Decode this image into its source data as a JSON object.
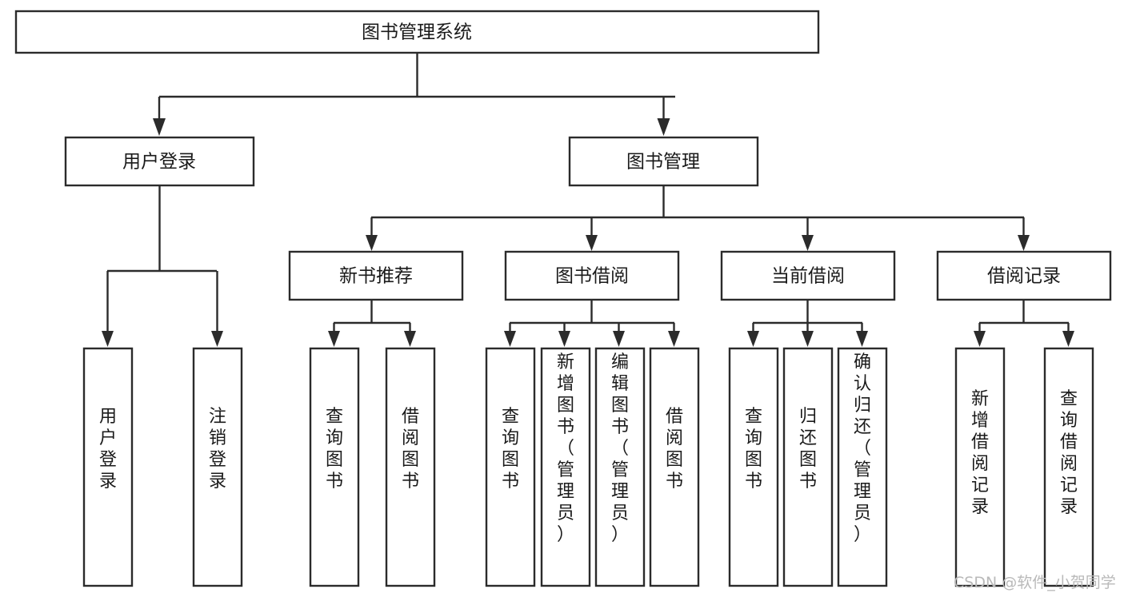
{
  "diagram": {
    "type": "tree-hierarchy-chart",
    "title": "图书管理系统",
    "background_color": "#ffffff",
    "box_stroke_color": "#2b2b2b",
    "box_fill_color": "#ffffff",
    "text_color": "#1a1a1a",
    "root": {
      "id": "root",
      "label": "图书管理系统",
      "orientation": "horizontal"
    },
    "level2": [
      {
        "id": "user-login",
        "label": "用户登录",
        "orientation": "horizontal"
      },
      {
        "id": "book-management",
        "label": "图书管理",
        "orientation": "horizontal"
      }
    ],
    "level3": [
      {
        "id": "new-book-recommend",
        "label": "新书推荐",
        "orientation": "horizontal",
        "parent": "book-management"
      },
      {
        "id": "book-borrow",
        "label": "图书借阅",
        "orientation": "horizontal",
        "parent": "book-management"
      },
      {
        "id": "current-borrow",
        "label": "当前借阅",
        "orientation": "horizontal",
        "parent": "book-management"
      },
      {
        "id": "borrow-record",
        "label": "借阅记录",
        "orientation": "horizontal",
        "parent": "book-management"
      }
    ],
    "leaves": {
      "user-login": [
        {
          "id": "leaf-user-login",
          "label": "用户登录",
          "orientation": "vertical"
        },
        {
          "id": "leaf-user-logout",
          "label": "注销登录",
          "orientation": "vertical"
        }
      ],
      "new-book-recommend": [
        {
          "id": "leaf-query-book-1",
          "label": "查询图书",
          "orientation": "vertical"
        },
        {
          "id": "leaf-borrow-book-1",
          "label": "借阅图书",
          "orientation": "vertical"
        }
      ],
      "book-borrow": [
        {
          "id": "leaf-query-book-2",
          "label": "查询图书",
          "orientation": "vertical"
        },
        {
          "id": "leaf-add-book",
          "label": "新增图书（管理员）",
          "orientation": "vertical"
        },
        {
          "id": "leaf-edit-book",
          "label": "编辑图书（管理员）",
          "orientation": "vertical"
        },
        {
          "id": "leaf-borrow-book-2",
          "label": "借阅图书",
          "orientation": "vertical"
        }
      ],
      "current-borrow": [
        {
          "id": "leaf-query-book-3",
          "label": "查询图书",
          "orientation": "vertical"
        },
        {
          "id": "leaf-return-book",
          "label": "归还图书",
          "orientation": "vertical"
        },
        {
          "id": "leaf-confirm-return",
          "label": "确认归还（管理员）",
          "orientation": "vertical"
        }
      ],
      "borrow-record": [
        {
          "id": "leaf-add-record",
          "label": "新增借阅记录",
          "orientation": "vertical"
        },
        {
          "id": "leaf-query-record",
          "label": "查询借阅记录",
          "orientation": "vertical"
        }
      ]
    }
  },
  "watermark": {
    "text": "CSDN @软件_小贺同学",
    "color": "#b9b9b9"
  }
}
